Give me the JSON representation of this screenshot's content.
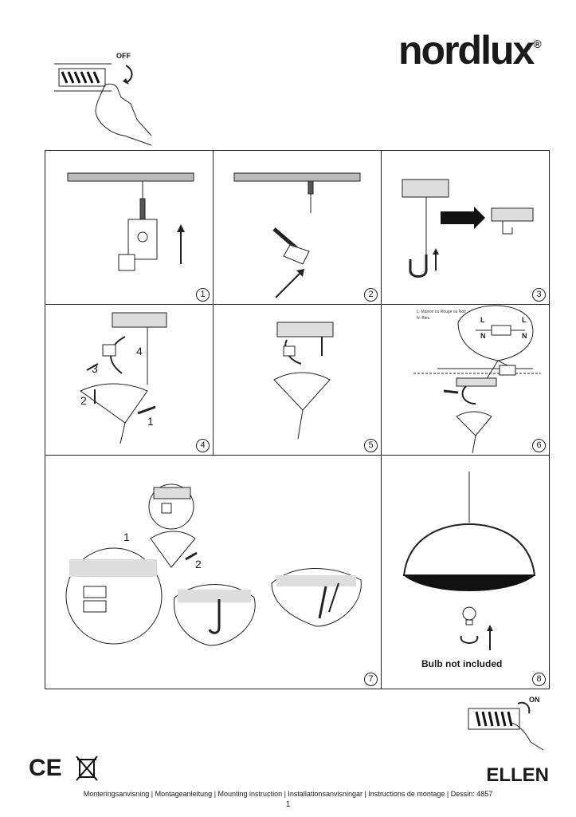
{
  "brand": {
    "name": "nordlux",
    "mark": "®"
  },
  "power_off": {
    "label": "OFF"
  },
  "power_on": {
    "label": "ON"
  },
  "steps": [
    {
      "num": "1"
    },
    {
      "num": "2"
    },
    {
      "num": "3"
    },
    {
      "num": "4",
      "sequence": [
        "4",
        "3",
        "2",
        "1"
      ]
    },
    {
      "num": "5"
    },
    {
      "num": "6",
      "note_lines": [
        "L: Marron ou Rouge ou Noir",
        "N: Bleu"
      ],
      "terminals": [
        "L",
        "L",
        "N",
        "N"
      ]
    },
    {
      "num": "7",
      "sequence": [
        "1",
        "2"
      ]
    },
    {
      "num": "8",
      "caption": "Bulb not included"
    }
  ],
  "product": {
    "name": "ELLEN"
  },
  "footer": {
    "text": "Monteringsanvisning | Montageanleitung | Mounting instruction | Installationsanvisningar | Instructions de montage | Dessin: 4857"
  },
  "page": {
    "number": "1"
  },
  "marks": {
    "ce": "CE"
  }
}
